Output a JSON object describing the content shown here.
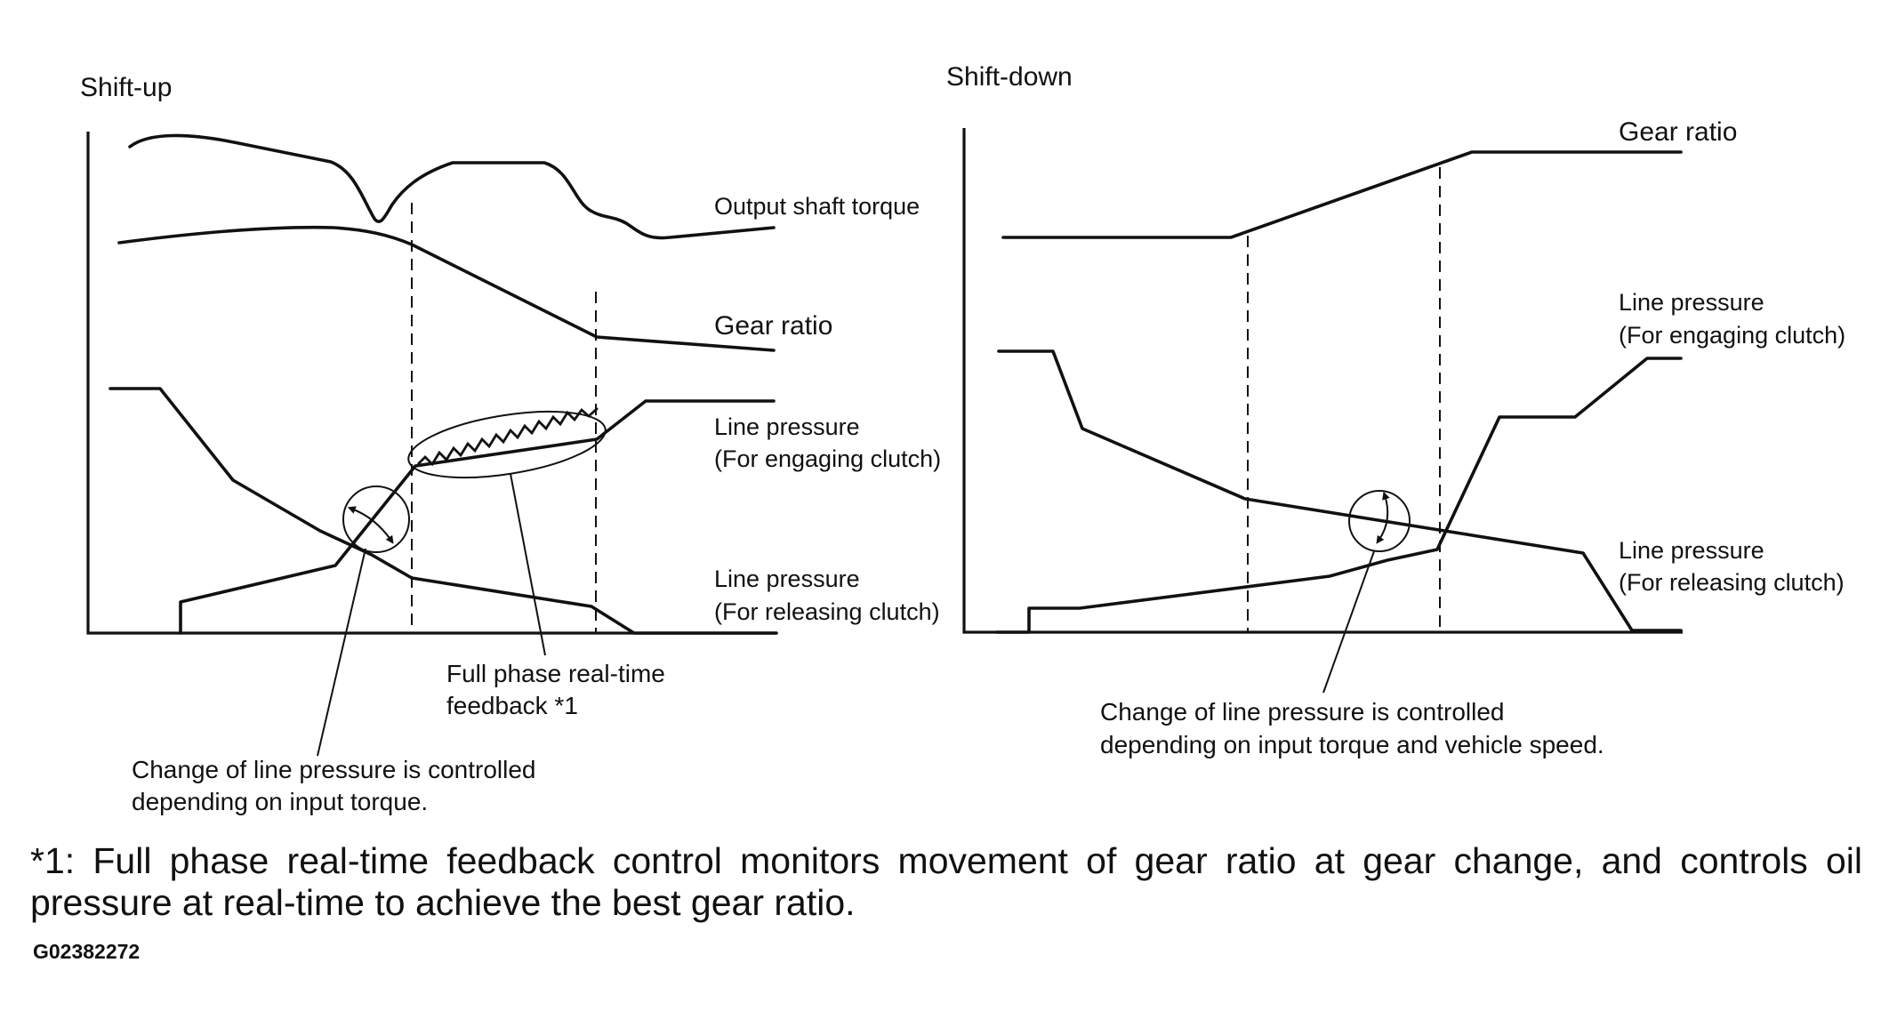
{
  "shift_up": {
    "title": "Shift-up",
    "curves": {
      "output_shaft_torque": "Output shaft torque",
      "gear_ratio": "Gear ratio",
      "line_pressure_engaging": [
        "Line pressure",
        "(For engaging clutch)"
      ],
      "line_pressure_releasing": [
        "Line pressure",
        "(For releasing clutch)"
      ]
    },
    "callouts": {
      "feedback": [
        "Full phase real-time",
        "feedback *1"
      ],
      "pressure_control": [
        "Change of line pressure is controlled",
        "depending on input torque."
      ]
    }
  },
  "shift_down": {
    "title": "Shift-down",
    "curves": {
      "gear_ratio": "Gear ratio",
      "line_pressure_engaging": [
        "Line pressure",
        "(For engaging clutch)"
      ],
      "line_pressure_releasing": [
        "Line pressure",
        "(For releasing clutch)"
      ]
    },
    "callouts": {
      "pressure_control": [
        "Change of line pressure is controlled",
        "depending on input torque and vehicle speed."
      ]
    }
  },
  "footnote": "*1: Full phase real-time feedback control monitors movement of gear ratio at gear change, and controls oil pressure at real-time to achieve the best gear ratio.",
  "figure_code": "G02382272"
}
